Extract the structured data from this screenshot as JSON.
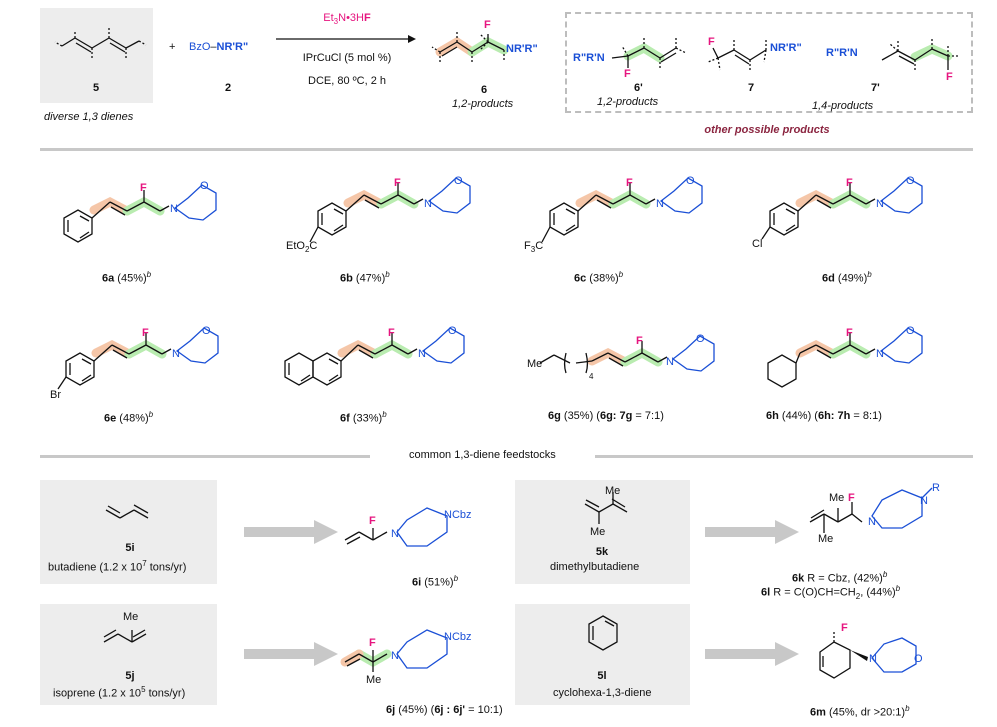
{
  "top": {
    "substrate_num": "5",
    "substrate_caption": "diverse 1,3 dienes",
    "plus": "+",
    "reagent_prefix": "BzO",
    "reagent_dash": "–",
    "reagent_amine": "NR'R\"",
    "reagent_num": "2",
    "cond_line1_a": "Et",
    "cond_line1_sub": "3",
    "cond_line1_b": "N•3H",
    "cond_line1_F": "F",
    "cond_line2": "IPrCuCl (5 mol %)",
    "cond_line3": "DCE, 80 ºC, 2 h",
    "product_num": "6",
    "product_caption": "1,2-products",
    "product_F": "F",
    "product_N": "NR'R\"",
    "other_title": "other possible products",
    "other": [
      {
        "num": "6'",
        "caption": "1,2-products"
      },
      {
        "num": "7",
        "caption": ""
      },
      {
        "num": "7'",
        "caption": "1,4-products"
      }
    ],
    "other_amine_left": "R\"R'N",
    "other_amine_right": "NR'R\"",
    "other_F": "F"
  },
  "scope": [
    {
      "num": "6a",
      "yield": " (45%)",
      "sup": "b",
      "sub_text": ""
    },
    {
      "num": "6b",
      "yield": " (47%)",
      "sup": "b",
      "sub_text": "EtO2C"
    },
    {
      "num": "6c",
      "yield": " (38%)",
      "sup": "b",
      "sub_text": "F3C"
    },
    {
      "num": "6d",
      "yield": " (49%)",
      "sup": "b",
      "sub_text": "Cl"
    },
    {
      "num": "6e",
      "yield": " (48%)",
      "sup": "b",
      "sub_text": "Br"
    },
    {
      "num": "6f",
      "yield": " (33%)",
      "sup": "b",
      "sub_text": ""
    },
    {
      "num": "6g",
      "yield": " (35%) (",
      "ratio_a": "6g: 7g",
      "ratio_b": " = 7:1)",
      "sub_text": "Me"
    },
    {
      "num": "6h",
      "yield": " (44%) (",
      "ratio_a": "6h: 7h",
      "ratio_b": " = 8:1)",
      "sub_text": ""
    }
  ],
  "morph_O": "O",
  "morph_N": "N",
  "labels": {
    "F": "F",
    "Me": "Me",
    "sub4": "4",
    "Et": "EtO",
    "sub2": "2",
    "C": "C",
    "F3": "F",
    "sub3": "3"
  },
  "section_title": "common 1,3-diene feedstocks",
  "feedstocks": [
    {
      "num": "5i",
      "name": "butadiene (1.2 x 10",
      "exp": "7",
      "unit": " tons/yr)"
    },
    {
      "num": "5j",
      "name": "isoprene (1.2 x 10",
      "exp": "5",
      "unit": " tons/yr)"
    },
    {
      "num": "5k",
      "name": "dimethylbutadiene"
    },
    {
      "num": "5l",
      "name": "cyclohexa-1,3-diene"
    }
  ],
  "feed_products": {
    "p6i": {
      "num": "6i",
      "yield": " (51%)",
      "sup": "b"
    },
    "p6j": {
      "num": "6j",
      "yield": " (45%) (",
      "ratio": "6j : 6j'",
      "tail": " = 10:1)"
    },
    "p6k": {
      "num": "6k",
      "text": " R = Cbz, (42%)",
      "sup": "b"
    },
    "p6l": {
      "num": "6l",
      "text": " R = C(O)CH=CH",
      "sub": "2",
      "tail": ", (44%)",
      "sup": "b"
    },
    "p6m": {
      "num": "6m",
      "text": " (45%, dr >20:1)",
      "sup": "b"
    }
  },
  "piperazine_N": "N",
  "cbz": "NCbz",
  "R": "R"
}
